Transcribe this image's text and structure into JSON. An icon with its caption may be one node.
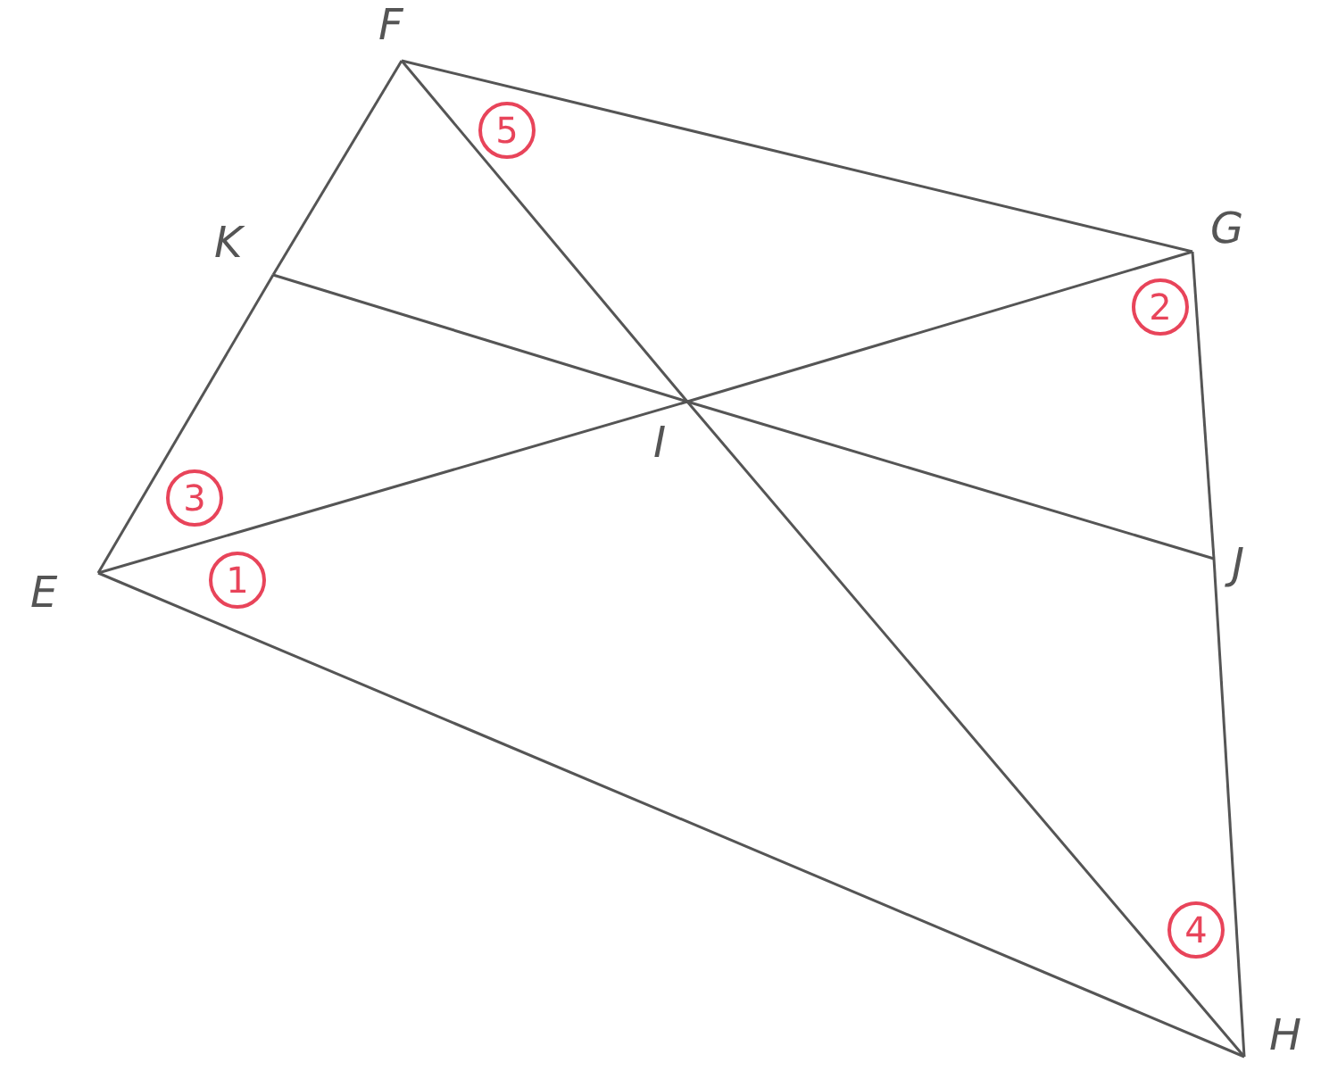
{
  "diagram": {
    "nodes": [
      {
        "text": [
          "F"
        ]
      },
      {
        "text": [
          "K"
        ]
      },
      {
        "text": [
          "G"
        ]
      },
      {
        "text": [
          "I"
        ]
      },
      {
        "text": [
          "E"
        ]
      },
      {
        "text": [
          "J"
        ]
      },
      {
        "text": [
          "H"
        ]
      }
    ],
    "edges": [
      {
        "from": 4,
        "to": 1,
        "arrow": "none"
      },
      {
        "from": 1,
        "to": 0,
        "arrow": "none"
      },
      {
        "from": 0,
        "to": 2,
        "arrow": "none"
      },
      {
        "from": 2,
        "to": 5,
        "arrow": "none"
      },
      {
        "from": 5,
        "to": 6,
        "arrow": "none"
      },
      {
        "from": 6,
        "to": 4,
        "arrow": "none"
      },
      {
        "from": 4,
        "to": 3,
        "arrow": "none"
      },
      {
        "from": 3,
        "to": 2,
        "arrow": "none"
      },
      {
        "from": 0,
        "to": 3,
        "arrow": "none"
      },
      {
        "from": 3,
        "to": 6,
        "arrow": "none"
      },
      {
        "from": 1,
        "to": 3,
        "arrow": "none"
      },
      {
        "from": 3,
        "to": 5,
        "arrow": "none"
      }
    ],
    "labels": [
      "5",
      "2",
      "3",
      "1",
      "4"
    ]
  }
}
